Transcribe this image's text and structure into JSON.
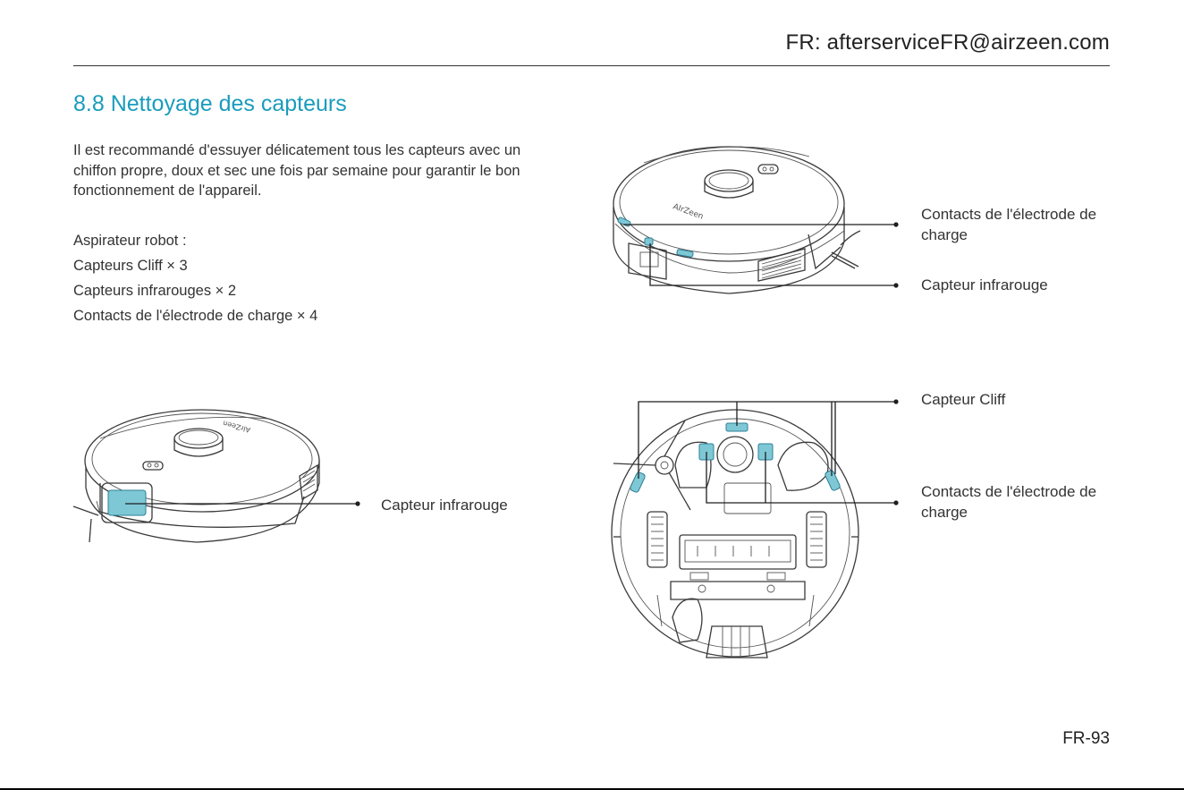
{
  "header": {
    "email": "FR: afterserviceFR@airzeen.com"
  },
  "section": {
    "title": "8.8 Nettoyage des capteurs",
    "intro": "Il est recommandé d'essuyer délicatement tous les capteurs avec un chiffon propre, doux et sec une fois par semaine pour garantir le bon fonctionnement de l'appareil."
  },
  "list": {
    "heading": "Aspirateur robot :",
    "items": [
      "Capteurs Cliff × 3",
      "Capteurs infrarouges × 2",
      "Contacts de l'électrode de charge × 4"
    ]
  },
  "labels": {
    "top_contacts_line1": "Contacts de l'électrode de",
    "top_contacts_line2": "charge",
    "top_infrared": "Capteur infrarouge",
    "left_infrared": "Capteur infrarouge",
    "bottom_cliff": "Capteur Cliff",
    "bottom_contacts_line1": "Contacts de l'électrode de",
    "bottom_contacts_line2": "charge"
  },
  "logo_text": "AIrZeen",
  "page_number": "FR-93",
  "colors": {
    "title": "#1a9cbc",
    "sensor_highlight": "#7ec8d6"
  }
}
